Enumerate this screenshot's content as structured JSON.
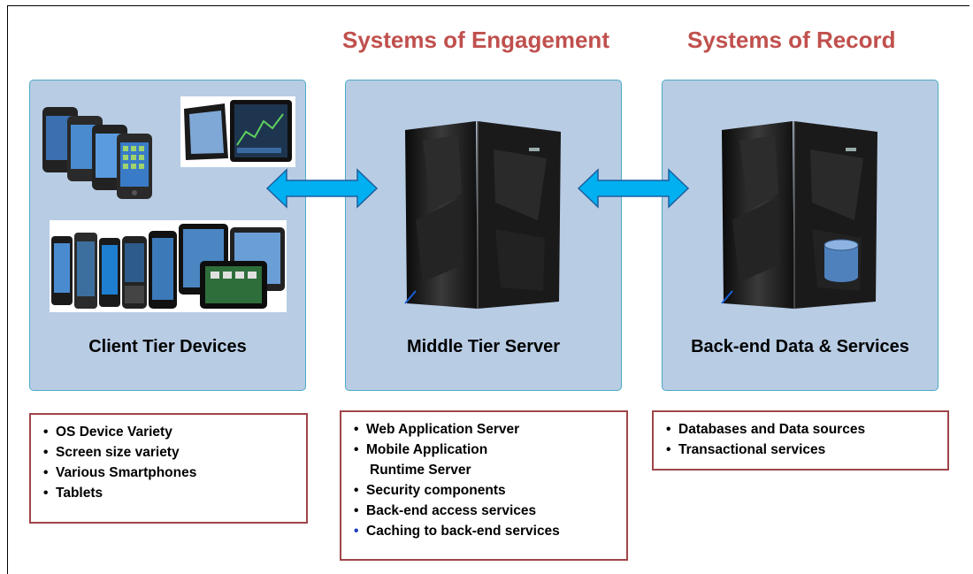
{
  "headings": {
    "engagement": "Systems of Engagement",
    "record": "Systems of Record"
  },
  "tiers": {
    "client": {
      "title": "Client Tier Devices"
    },
    "middle": {
      "title": "Middle Tier Server"
    },
    "backend": {
      "title": "Back-end Data & Services"
    }
  },
  "features": {
    "client": [
      "OS Device Variety",
      "Screen size variety",
      "Various Smartphones",
      "Tablets"
    ],
    "middle": [
      "Web Application Server",
      "Mobile Application",
      "Runtime Server",
      "Security components",
      "Back-end access services",
      "Caching to back-end services"
    ],
    "backend": [
      "Databases and Data sources",
      "Transactional services"
    ]
  },
  "bullet": "•",
  "colors": {
    "heading": "#c0504d",
    "panel_fill": "#b8cce4",
    "panel_border": "#4bacc6",
    "arrow_fill": "#00b0f0",
    "feature_border": "#a0454a",
    "last_bullet": "#1f3fbf"
  },
  "icons": {
    "server": "mainframe-server-icon",
    "database": "database-cylinder-icon",
    "arrow": "double-arrow-icon",
    "phones": "smartphones-icon",
    "tablets": "tablets-icon"
  }
}
